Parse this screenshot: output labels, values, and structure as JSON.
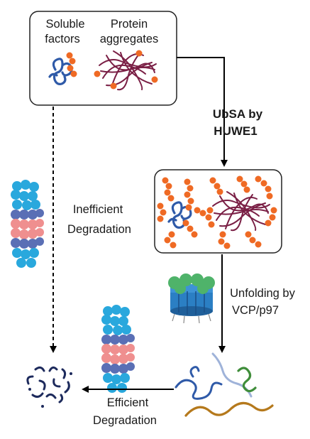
{
  "top_box": {
    "label_soluble_line1": "Soluble",
    "label_soluble_line2": "factors",
    "label_aggregates_line1": "Protein",
    "label_aggregates_line2": "aggregates"
  },
  "ubsa": {
    "line1": "UbSA by",
    "line2": "HUWE1"
  },
  "inefficient": {
    "line1": "Inefficient",
    "line2": "Degradation"
  },
  "unfolding": {
    "line1": "Unfolding by",
    "line2": "VCP/p97"
  },
  "efficient": {
    "line1": "Efficient",
    "line2": "Degradation"
  },
  "colors": {
    "ubiquitin": "#ef6a24",
    "soluble_protein": "#2f5aa8",
    "aggregate": "#7a1f45",
    "proteasome_cyan": "#29a8dd",
    "proteasome_purple": "#5a6fb5",
    "proteasome_pink": "#ef8f8f",
    "vcp_green": "#4fb36a",
    "vcp_blue": "#2b7fc4",
    "fragments": "#1d2a5c"
  }
}
